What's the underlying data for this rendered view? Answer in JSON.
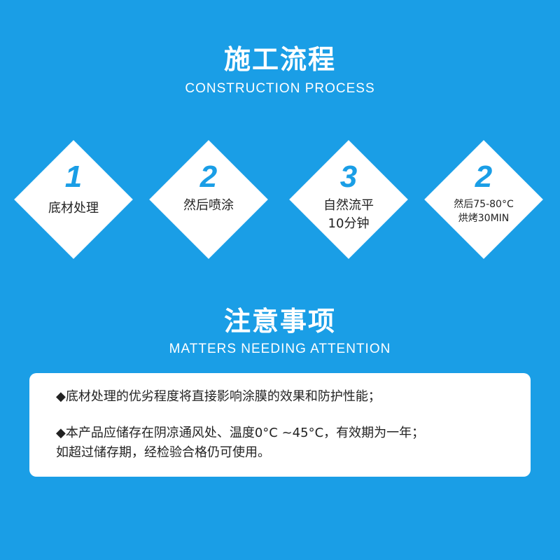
{
  "process": {
    "title": "施工流程",
    "subtitle": "CONSTRUCTION PROCESS",
    "steps": [
      {
        "number": "1",
        "lines": [
          "底材处理"
        ]
      },
      {
        "number": "2",
        "lines": [
          "然后喷涂"
        ]
      },
      {
        "number": "3",
        "lines": [
          "自然流平",
          "10分钟"
        ]
      },
      {
        "number": "2",
        "lines": [
          "然后75-80°C",
          "烘烤30MIN"
        ]
      }
    ]
  },
  "attention": {
    "title": "注意事项",
    "subtitle": "MATTERS NEEDING ATTENTION",
    "bullet_symbol": "◆",
    "notes": [
      "底材处理的优劣程度将直接影响涂膜的效果和防护性能；",
      "本产品应储存在阴凉通风处、温度0°C ~45°C，有效期为一年；",
      "如超过储存期，经检验合格仍可使用。"
    ]
  },
  "colors": {
    "background": "#1a9ee6",
    "accent": "#1a9ee6",
    "panel": "#ffffff"
  }
}
